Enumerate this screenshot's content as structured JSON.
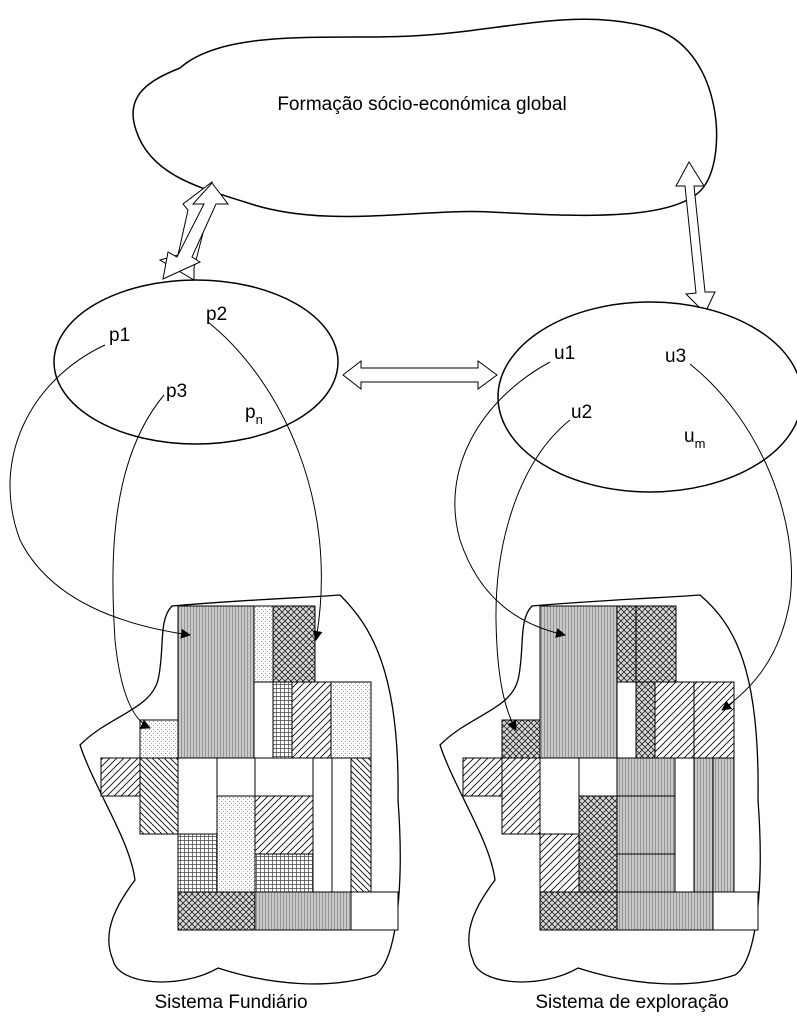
{
  "global_label": "Formação sócio-económica global",
  "landowners": {
    "items": [
      "p1",
      "p2",
      "p3"
    ],
    "n_base": "p",
    "n_sub": "n"
  },
  "users": {
    "items": [
      "u1",
      "u3",
      "u2"
    ],
    "m_base": "u",
    "m_sub": "m"
  },
  "captions": {
    "left": "Sistema Fundiário",
    "right": "Sistema de exploração"
  }
}
